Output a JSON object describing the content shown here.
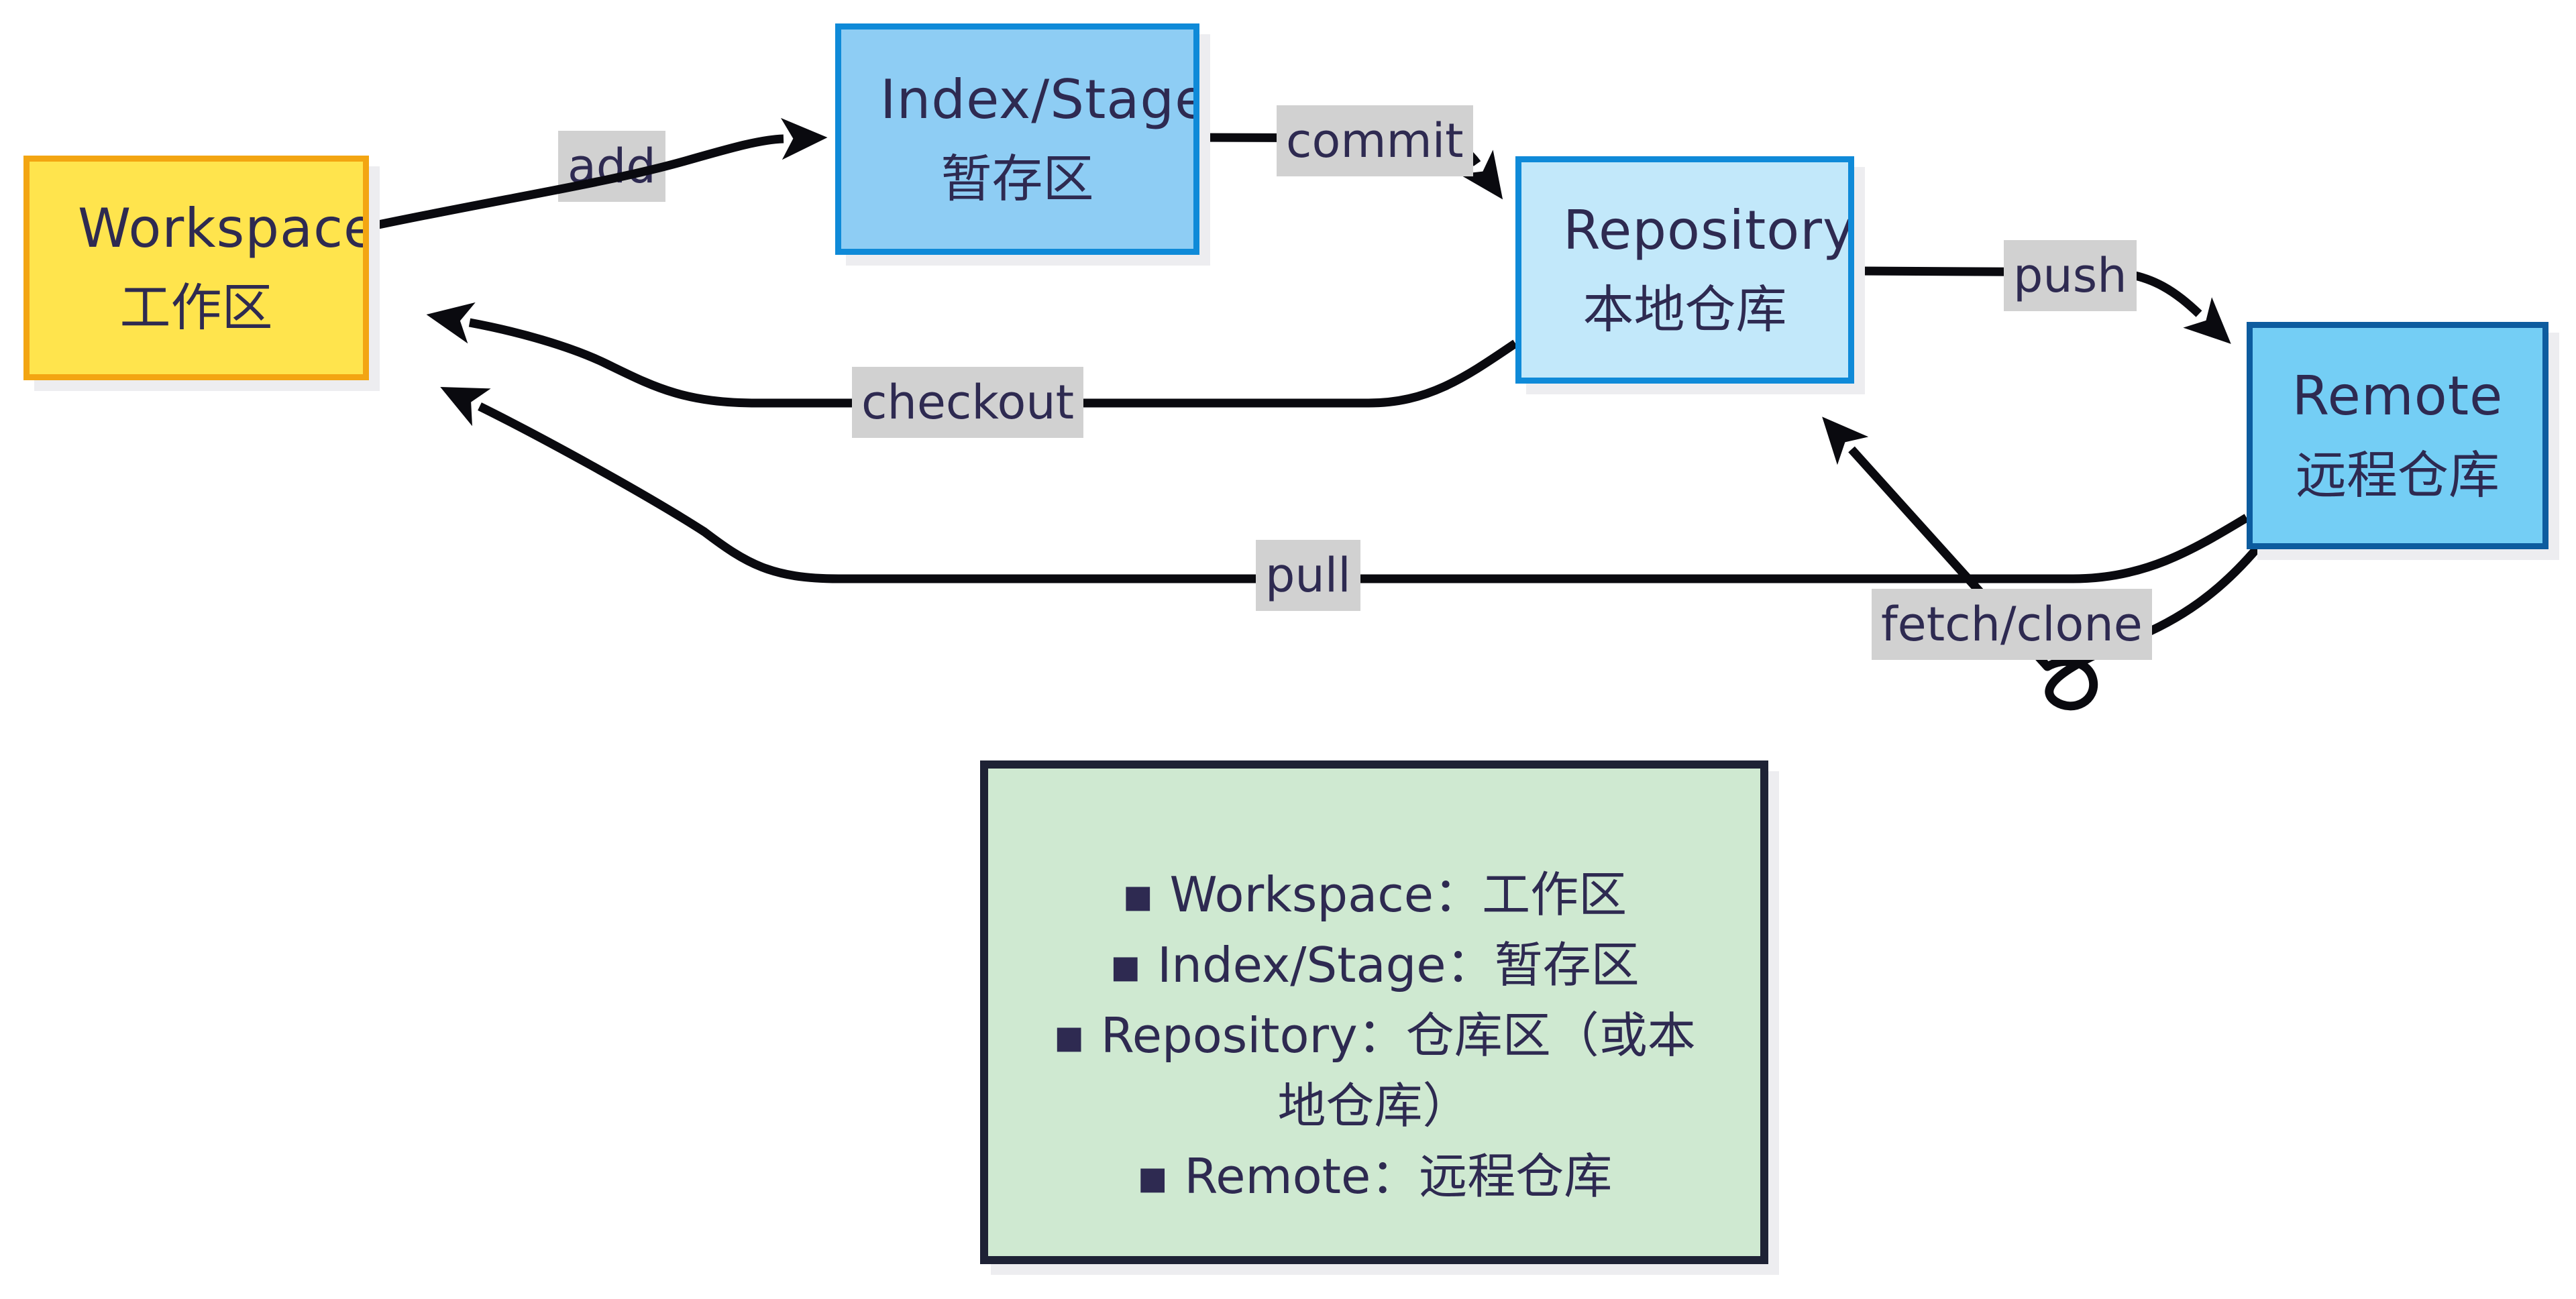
{
  "diagram": {
    "nodes": {
      "workspace": {
        "en": "Workspace",
        "zh": "工作区"
      },
      "index": {
        "en": "Index/Stage",
        "zh": "暂存区"
      },
      "repository": {
        "en": "Repository",
        "zh": "本地仓库"
      },
      "remote": {
        "en": "Remote",
        "zh": "远程仓库"
      }
    },
    "edge_labels": {
      "add": "add",
      "commit": "commit",
      "push": "push",
      "checkout": "checkout",
      "pull": "pull",
      "fetch": "fetch/clone"
    },
    "legend": {
      "items": {
        "workspace": "▪ Workspace：工作区",
        "index": "▪ Index/Stage：暂存区",
        "repository": "▪ Repository：仓库区（或本地仓库）",
        "remote": "▪ Remote：远程仓库"
      }
    },
    "colors": {
      "workspace_fill": "#ffe44d",
      "workspace_border": "#f3a512",
      "index_fill": "#8ecdf4",
      "index_border": "#0f8ad8",
      "repository_fill": "#c2e8fa",
      "repository_border": "#0f8ad8",
      "remote_fill": "#74cef5",
      "remote_border": "#0d5c9f",
      "edge_label_bg": "#d1d1d1",
      "legend_fill": "#cfe9d1",
      "legend_border": "#1e2235",
      "text": "#2e2a51",
      "line": "#0a0a0f"
    }
  }
}
